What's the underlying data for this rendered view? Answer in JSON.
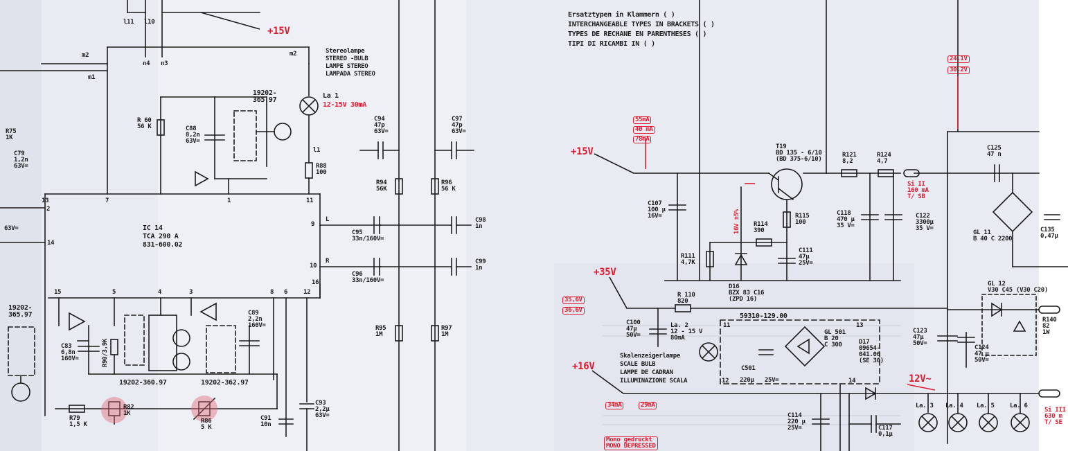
{
  "notes": {
    "de": "Ersatztypen in Klammern ( )",
    "en": "INTERCHANGEABLE TYPES IN BRACKETS ( )",
    "fr": "TYPES DE RECHANE EN PARENTHESES ( )",
    "it": "TIPI DI RICAMBI IN ( )"
  },
  "rails": {
    "p15_top": "+15V",
    "p15_mid": "+15V",
    "p35": "+35V",
    "p16": "+16V",
    "v12ac": "12V~"
  },
  "stereo_lamp": {
    "de": "Stereolampe",
    "en": "STEREO -BULB",
    "fr": "LAMPE STEREO",
    "it": "LAMPADA STEREO",
    "ref": "La 1",
    "rating": "12-15V 30mA"
  },
  "scale_lamp": {
    "de": "Skalenzeigerlampe",
    "en": "SCALE BULB",
    "fr": "LAMPE DE CADRAN",
    "it": "ILLUMINAZIONE SCALA"
  },
  "ic": {
    "ref": "IC 14",
    "type": "TCA 290 A",
    "part": "831-600.02"
  },
  "modules": {
    "m1": "19202-365.97",
    "m1b": "19202-365.97",
    "m2": "19202-360.97",
    "m3": "19202-362.97",
    "m4": "59310-129.00"
  },
  "terminals": {
    "l11": "l11",
    "l10": "l10",
    "m2": "m2",
    "m1": "m1",
    "n4": "n4",
    "n3": "n3",
    "m2b": "m2",
    "l1": "l1",
    "r": "R",
    "l": "L",
    "p13": "13",
    "p7": "7",
    "p1": "1",
    "p11": "11",
    "p9": "9",
    "p10": "10",
    "p16": "16",
    "p14": "14",
    "p2": "2",
    "p15": "15",
    "p5": "5",
    "p4": "4",
    "p3": "3",
    "p8": "8",
    "p6": "6",
    "p12": "12",
    "b11": "11",
    "b13": "13",
    "b12": "12",
    "b14": "14"
  },
  "left_components": {
    "r75": "R75\n1K",
    "c79": "C79\n1,2n\n63V=",
    "v63": "63V=",
    "c83": "C83\n6,8n\n160V=",
    "r90": "R90/3,9K",
    "r60": "R 60\n56 K",
    "c88": "C88\n8,2n\n63V=",
    "r88": "R88\n100",
    "c89": "C89\n2,2n\n160V=",
    "r79": "R79\n1,5 K",
    "r82": "R82\n1K",
    "r86": "R86\n5 K",
    "c91": "C91\n10n",
    "c93": "C93\n2,2μ\n63V=",
    "c94": "C94\n47p\n63V=",
    "c97": "C97\n47p\n63V=",
    "r94": "R94\n56K",
    "r96": "R96\n56 K",
    "c95": "C95\n33n/160V=",
    "c96": "C96\n33n/160V=",
    "c98": "C98\n1n",
    "c99": "C99\n1n",
    "r95": "R95\n1M",
    "r97": "R97\n1M"
  },
  "right_components": {
    "t19": "T19\nBD 135 - 6/10\n(BD 375-6/10)",
    "r121": "R121\n8,2",
    "r124": "R124\n4,7",
    "si2": "Si II\n160 mA\nT/ SB",
    "c125": "C125\n47 n",
    "c107": "C107\n100 μ\n16V=",
    "d16v": "16V ±5%",
    "r114": "R114\n390",
    "r115": "R115\n100",
    "c118": "C118\n470 μ\n35 V=",
    "c122": "C122\n3300μ\n35 V=",
    "gl11": "GL 11\nB 40 C 2200",
    "c135": "C135\n0,47μ",
    "r111": "R111\n4,7K",
    "c111": "C111\n47μ\n25V=",
    "d16": "D16\nBZX 83 C16\n(ZPD 16)",
    "r110": "R 110\n820",
    "gl12": "GL 12\nV30 C45 (V30 C20)",
    "r140": "R140\n82\n1W",
    "c100": "C100\n47μ\n50V=",
    "la2": "La. 2\n12 - 15 V\n80mA",
    "gl501": "GL 501\nB 20\nC 300",
    "d17": "D17\n09654-\n041.06\n(SE 30)",
    "c501": "C501",
    "c501v": "220μ   25V=",
    "c123": "C123\n47μ\n50V=",
    "c124": "C124\n47 μ\n50V=",
    "c114": "C114\n220 μ\n25V=",
    "c117": "C117\n0,1μ",
    "la3": "La. 3",
    "la4": "La. 4",
    "la5": "La. 5",
    "la6": "La. 6",
    "si3": "Si III\n630 m\nT/ SE"
  },
  "measurements": {
    "m55": "55mA",
    "m40": "40 mA",
    "m78": "78mA",
    "v241": "24,1V",
    "v302": "30,2V",
    "v356": "35,6V",
    "v366": "36,6V",
    "m34": "34mA",
    "m29": "29mA"
  },
  "mono_note": "Mono gedrückt\nMONO DEPRESSED"
}
